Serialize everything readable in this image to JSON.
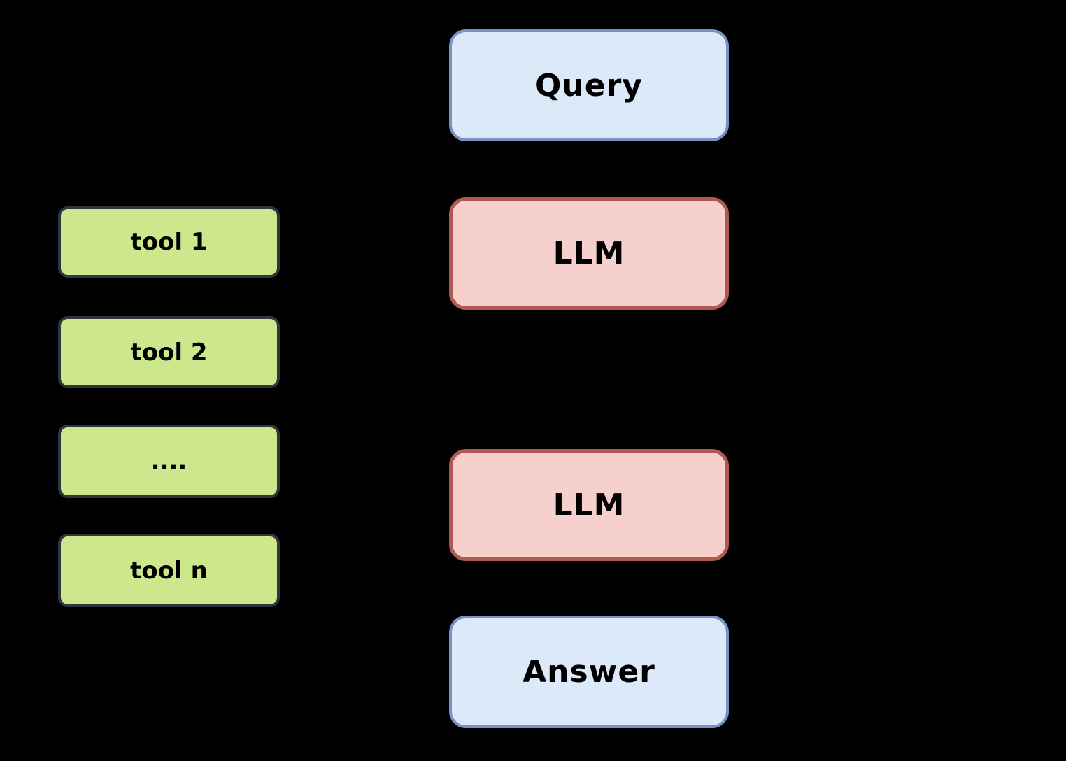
{
  "colors": {
    "background": "#000000",
    "io_fill": "#dce9f8",
    "io_border": "#7792c5",
    "llm_fill": "#f6d0cc",
    "llm_border": "#ad5a50",
    "tool_fill": "#cde88c",
    "tool_border": "#2f363d",
    "text": "#000000"
  },
  "tools": {
    "items": [
      {
        "label": "tool 1"
      },
      {
        "label": "tool 2"
      },
      {
        "label": "...."
      },
      {
        "label": "tool n"
      }
    ]
  },
  "flow": {
    "query": {
      "label": "Query"
    },
    "llm_top": {
      "label": "LLM"
    },
    "llm_bottom": {
      "label": "LLM"
    },
    "answer": {
      "label": "Answer"
    }
  }
}
